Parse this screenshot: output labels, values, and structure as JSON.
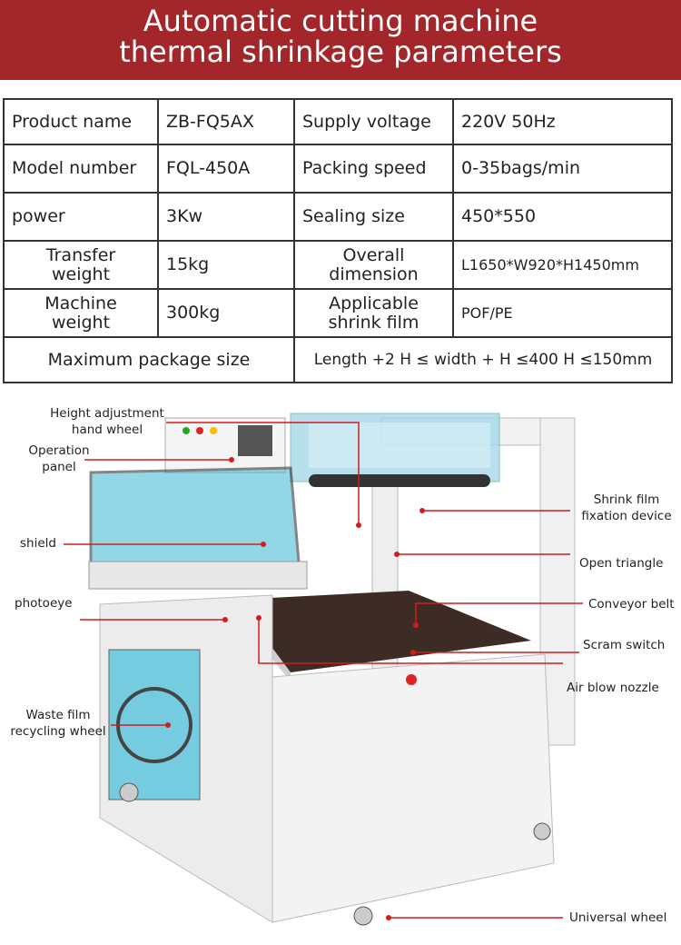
{
  "header": {
    "title_line1": "Automatic cutting machine",
    "title_line2": "thermal shrinkage parameters"
  },
  "params": {
    "product_name_label": "Product name",
    "product_name_value": "ZB-FQ5AX",
    "supply_voltage_label": "Supply voltage",
    "supply_voltage_value": "220V 50Hz",
    "model_number_label": "Model number",
    "model_number_value": "FQL-450A",
    "packing_speed_label": "Packing speed",
    "packing_speed_value": "0-35bags/min",
    "power_label": "power",
    "power_value": "3Kw",
    "sealing_size_label": "Sealing size",
    "sealing_size_value": "450*550",
    "transfer_weight_label_1": "Transfer",
    "transfer_weight_label_2": "weight",
    "transfer_weight_value": "15kg",
    "overall_dimension_label_1": "Overall",
    "overall_dimension_label_2": "dimension",
    "overall_dimension_value": "L1650*W920*H1450mm",
    "machine_weight_label_1": "Machine",
    "machine_weight_label_2": "weight",
    "machine_weight_value": "300kg",
    "applicable_film_label_1": "Applicable",
    "applicable_film_label_2": "shrink film",
    "applicable_film_value": "POF/PE",
    "max_package_label": "Maximum package size",
    "max_package_value": "Length +2 H ≤ width + H ≤400 H ≤150mm"
  },
  "annotations": {
    "height_wheel_1": "Height adjustment",
    "height_wheel_2": "hand wheel",
    "operation_panel_1": "Operation",
    "operation_panel_2": "panel",
    "shield": "shield",
    "photoeye": "photoeye",
    "waste_film_1": "Waste film",
    "waste_film_2": "recycling wheel",
    "shrink_film_1": "Shrink film",
    "shrink_film_2": "fixation device",
    "open_triangle": "Open triangle",
    "conveyor_belt": "Conveyor belt",
    "scram_switch": "Scram switch",
    "air_blow_nozzle": "Air blow nozzle",
    "universal_wheel": "Universal wheel"
  },
  "colors": {
    "header_bg": "#a2262a",
    "leader_line": "#d41c1c",
    "machine_body": "#ececec",
    "shield_blue": "#3bb6d3"
  }
}
